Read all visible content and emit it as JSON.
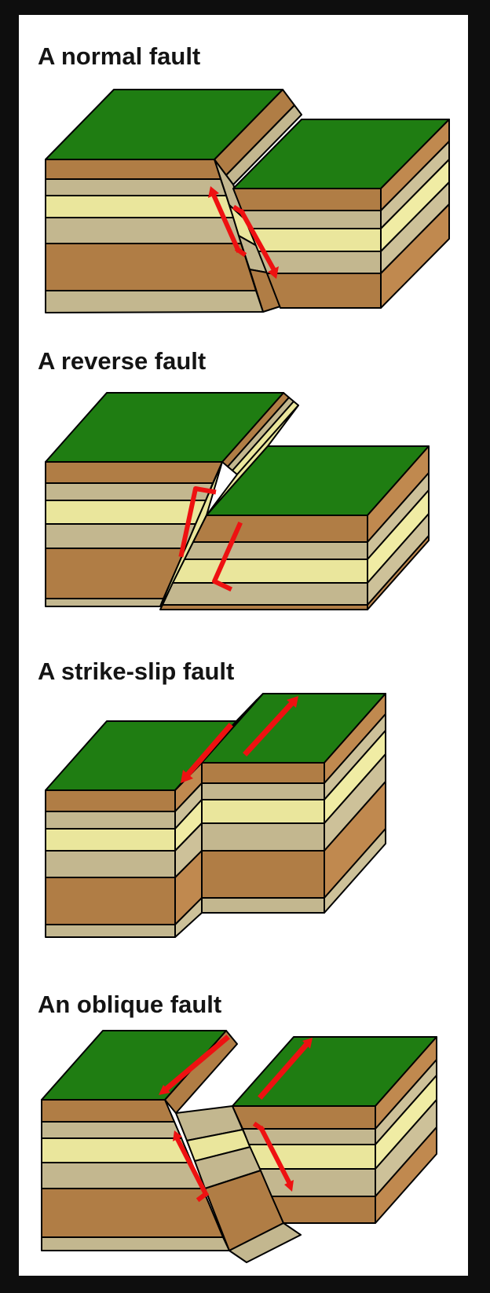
{
  "sections": [
    {
      "id": "normal-fault",
      "title": "A normal fault",
      "arrows": [
        {
          "name": "footwall-up-arrow",
          "direction": "up-along-fault-plane"
        },
        {
          "name": "hanging-wall-down-arrow",
          "direction": "down-along-fault-plane"
        }
      ]
    },
    {
      "id": "reverse-fault",
      "title": "A reverse fault",
      "arrows": [
        {
          "name": "hanging-wall-up-arrow",
          "direction": "up-along-fault-plane"
        },
        {
          "name": "footwall-down-arrow",
          "direction": "down-along-fault-plane"
        }
      ]
    },
    {
      "id": "strike-slip-fault",
      "title": "A strike-slip fault",
      "arrows": [
        {
          "name": "left-block-arrow",
          "direction": "horizontal-toward-viewer"
        },
        {
          "name": "right-block-arrow",
          "direction": "horizontal-away-from-viewer"
        }
      ]
    },
    {
      "id": "oblique-fault",
      "title": "An oblique fault",
      "arrows": [
        {
          "name": "left-block-horizontal-arrow",
          "direction": "horizontal-toward-viewer"
        },
        {
          "name": "right-block-horizontal-arrow",
          "direction": "horizontal-away-from-viewer"
        },
        {
          "name": "left-block-vertical-arrow",
          "direction": "up-along-fault-plane"
        },
        {
          "name": "right-block-vertical-arrow",
          "direction": "down-along-fault-plane"
        }
      ]
    }
  ],
  "layer_colors_top_to_bottom": [
    "green grass surface",
    "brown",
    "tan",
    "pale yellow",
    "tan",
    "brown",
    "tan"
  ],
  "palette": {
    "surface_green": "#1f7d12",
    "soil_brown": "#b07d45",
    "soil_brown_side": "#c0894f",
    "sand_tan": "#c3b78f",
    "sand_tan_side": "#cdc199",
    "rock_yellow": "#eae69c",
    "rock_yellow_side": "#f0eca4",
    "arrow_red": "#ee1111",
    "outline": "#000000",
    "frame_background": "#0e0e0e",
    "canvas_background": "#ffffff"
  }
}
